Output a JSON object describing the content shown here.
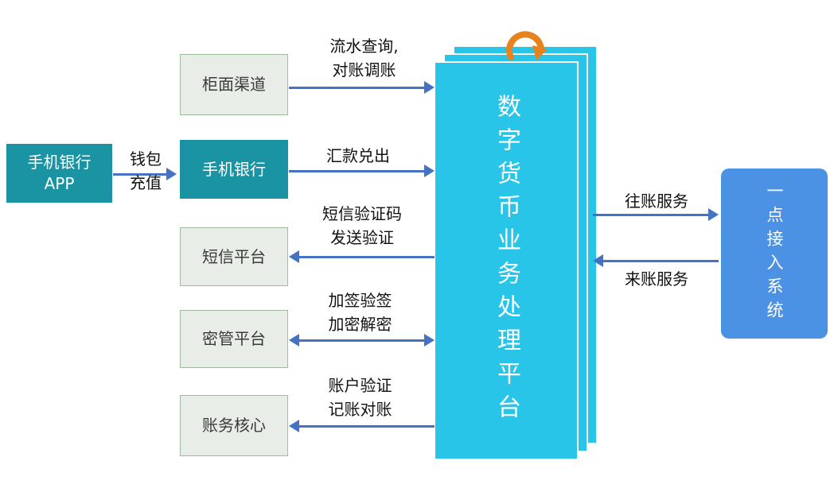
{
  "diagram": {
    "nodes": {
      "mobile_app": "手机银行\nAPP",
      "counter_channel": "柜面渠道",
      "mobile_banking": "手机银行",
      "sms_platform": "短信平台",
      "key_mgmt_platform": "密管平台",
      "accounting_core": "账务核心",
      "platform": "数字货币业务处理平台",
      "access_system": "一点接入系统"
    },
    "edges": {
      "wallet_recharge": "钱包\n充值",
      "counter_flow": "流水查询,\n对账调账",
      "remittance": "汇款兑出",
      "sms_verify": "短信验证码\n发送验证",
      "sign_encrypt": "加签验签\n加密解密",
      "account_verify": "账户验证\n记账对账",
      "outgoing_service": "往账服务",
      "incoming_service": "来账服务"
    },
    "colors": {
      "teal_box": "#1A93A3",
      "light_box_fill": "#E9EDE8",
      "light_box_border": "#9FBA9C",
      "platform_cyan": "#29C5E8",
      "access_blue": "#4B92E5",
      "arrow_blue": "#4472C4",
      "loop_orange": "#E8821E"
    },
    "icons": {
      "loop_icon": "orange-loop-arrow"
    }
  }
}
